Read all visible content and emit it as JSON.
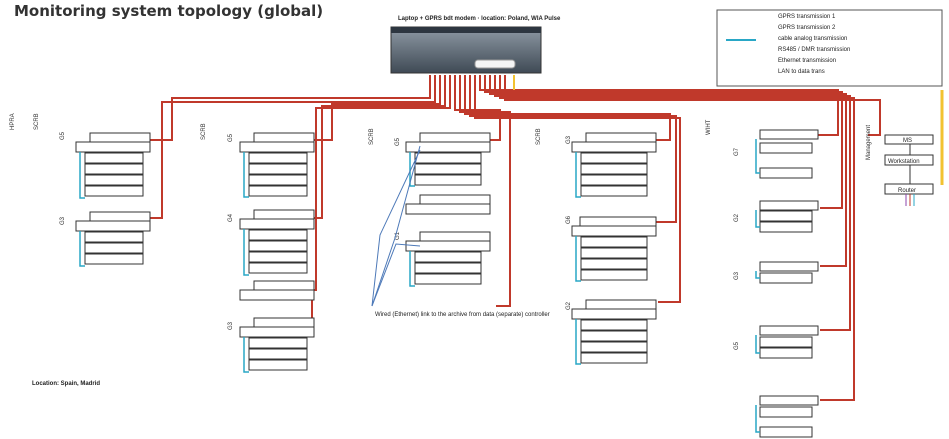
{
  "title": "Monitoring system topology (global)",
  "server_label": "Laptop + GPRS bdt modem · location: Poland, WIA Pulse",
  "legend": {
    "items": [
      "GPRS transmission 1",
      "GPRS transmission 2",
      "cable analog transmission",
      "RS485 / DMR transmission",
      "Ethernet transmission",
      "LAN to data trans"
    ]
  },
  "zones": [
    "HPRA",
    "SCRB",
    "SCRB",
    "SCRB",
    "SCRB",
    "WIHT",
    "Management"
  ],
  "group_tags": [
    "G5",
    "G3",
    "G5",
    "G4",
    "G3",
    "G5",
    "G1",
    "G3",
    "G6",
    "G2",
    "G7",
    "G2",
    "G3",
    "G5"
  ],
  "annotation": "Wired (Ethernet) link to the archive from data (separate) controller",
  "footer": "Location: Spain, Madrid",
  "management": {
    "box1": "MS",
    "box2": "Workstation",
    "box3": "Router"
  },
  "colors": {
    "red": "#c0392b",
    "cyan": "#29a7c6",
    "blue": "#4d79b8",
    "yellow": "#f2c230",
    "purple": "#8e44ad"
  }
}
